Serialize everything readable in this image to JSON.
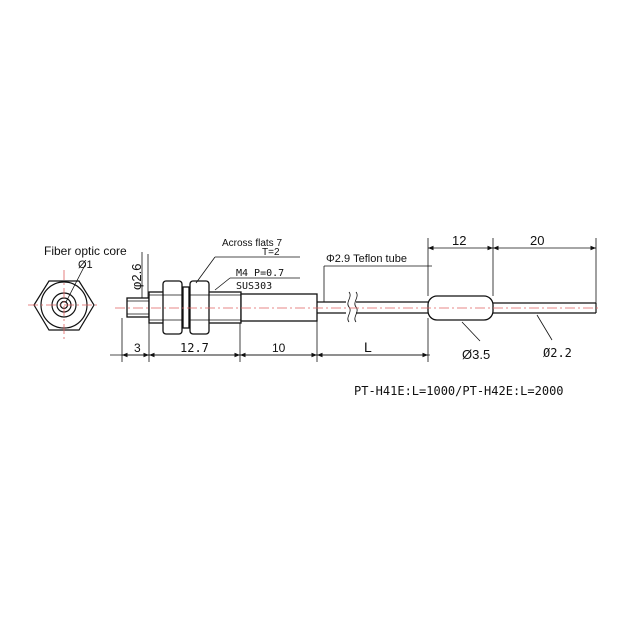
{
  "labels": {
    "fiber_core": "Fiber optic core",
    "core_dia": "Ø1",
    "thread_dia": "φ2.6",
    "across_flats": "Across flats 7",
    "thickness": "T=2",
    "thread": "M4 P=0.7",
    "material": "SUS303",
    "teflon_tube": "Φ2.9 Teflon tube",
    "dia_sleeve": "Ø3.5",
    "dia_cable": "Ø2.2",
    "models": "PT-H41E:L=1000/PT-H42E:L=2000"
  },
  "dimensions": {
    "d3": "3",
    "d12_7": "12.7",
    "d10": "10",
    "dL": "L",
    "d12": "12",
    "d20": "20"
  },
  "colors": {
    "line": "#111111",
    "centerline": "#e06060"
  }
}
